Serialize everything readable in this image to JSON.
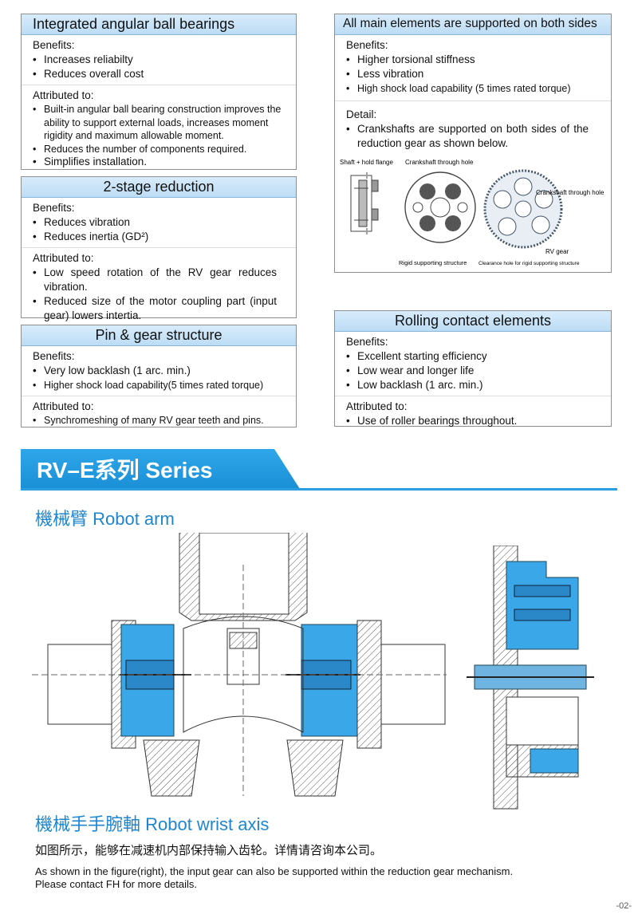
{
  "box1": {
    "title": "Integrated angular ball bearings",
    "benefits_label": "Benefits:",
    "benefits": [
      "Increases reliabilty",
      "Reduces overall cost"
    ],
    "attributed_label": "Attributed to:",
    "attributed": [
      "Built-in angular ball bearing construction improves the ability to support external loads, increases moment rigidity and maximum allowable moment.",
      "Reduces the number of components required.",
      "Simplifies installation."
    ]
  },
  "box2": {
    "title": "2-stage reduction",
    "benefits_label": "Benefits:",
    "benefits": [
      "Reduces vibration",
      "Reduces inertia (GD²)"
    ],
    "attributed_label": "Attributed to:",
    "attributed": [
      "Low speed rotation of the RV gear reduces vibration.",
      "Reduced size of the motor coupling part (input gear) lowers intertia."
    ]
  },
  "box3": {
    "title": "Pin & gear structure",
    "benefits_label": "Benefits:",
    "benefits": [
      "Very low backlash (1 arc. min.)",
      "Higher shock load capability(5 times rated torque)"
    ],
    "attributed_label": "Attributed to:",
    "attributed": [
      "Synchromeshing of many RV gear teeth and pins."
    ]
  },
  "box4": {
    "title": "All main elements are supported on both sides",
    "benefits_label": "Benefits:",
    "benefits": [
      "Higher torsional stiffness",
      "Less vibration",
      "High shock load capability (5 times rated torque)"
    ],
    "detail_label": "Detail:",
    "detail": [
      "Crankshafts are supported on both sides of the reduction gear as shown below."
    ],
    "diagram_labels": {
      "shaft": "Shaft + hold flange",
      "crank_hole": "Crankshaft through hole",
      "crank_hole_right": "Crankshaft through hole",
      "rv_gear": "RV gear",
      "rigid": "Rigid supporting structure",
      "clearance": "Clearance hole for rigid supporting structure"
    }
  },
  "box5": {
    "title": "Rolling contact elements",
    "benefits_label": "Benefits:",
    "benefits": [
      "Excellent starting efficiency",
      "Low wear and longer life",
      "Low backlash (1 arc. min.)"
    ],
    "attributed_label": "Attributed to:",
    "attributed": [
      "Use of roller bearings throughout."
    ]
  },
  "series": {
    "title": "RV–E系列 Series"
  },
  "robot_arm": {
    "heading": "機械臂 Robot arm"
  },
  "robot_wrist": {
    "heading": "機械手手腕軸 Robot wrist axis"
  },
  "body": {
    "cn": "如图所示，能够在减速机内部保持输入齿轮。详情请咨询本公司。",
    "en_line1": "As shown in the figure(right), the input gear can also be supported within the reduction gear mechanism.",
    "en_line2": "Please contact FH for more details."
  },
  "page_number": "-02-",
  "colors": {
    "accent": "#2a9fe0",
    "heading_blue": "#1e86cf",
    "part_blue": "#3aa8e8",
    "box_head": "#c8e3f8"
  }
}
